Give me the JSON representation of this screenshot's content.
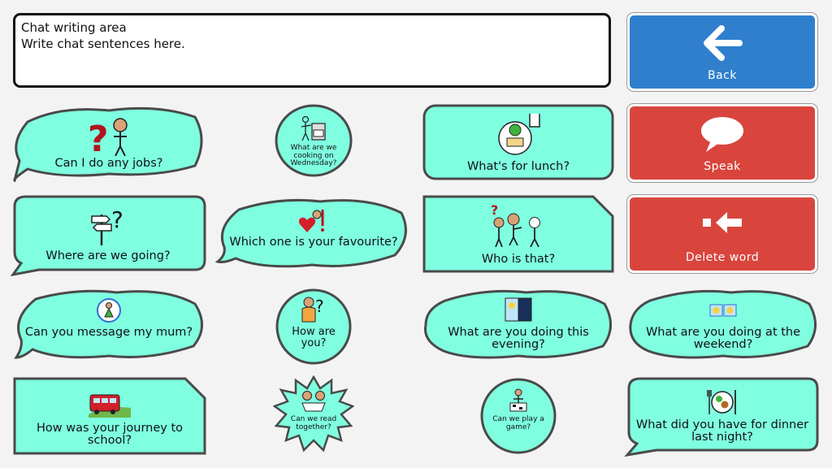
{
  "chat": {
    "title": "Chat writing area",
    "placeholder": "Write chat sentences here."
  },
  "actions": {
    "back": "Back",
    "speak": "Speak",
    "delete": "Delete word"
  },
  "colors": {
    "tile_fill": "#7fffe0",
    "tile_border": "#4a4a4a",
    "back_blue": "#2f7fcd",
    "action_red": "#d9453d"
  },
  "phrases": {
    "jobs": "Can I do any jobs?",
    "cooking": "What are we cooking on Wednesday?",
    "lunch": "What's for lunch?",
    "going": "Where are we going?",
    "favourite": "Which one is your favourite?",
    "who": "Who is that?",
    "message_mum": "Can you message my mum?",
    "how_are_you": "How are you?",
    "evening": "What are you doing this evening?",
    "weekend": "What are you doing at the weekend?",
    "journey": "How was your journey to school?",
    "read": "Can we read together?",
    "game": "Can we play a game?",
    "dinner": "What did you have for dinner last night?"
  },
  "icons": {
    "jobs": "question-person-icon",
    "cooking": "cooking-icon",
    "lunch": "lunch-icon",
    "going": "signpost-question-icon",
    "favourite": "heart-thumbs-icon",
    "who": "people-question-icon",
    "message_mum": "mum-icon",
    "how_are_you": "person-question-icon",
    "evening": "evening-icon",
    "weekend": "weekend-icon",
    "journey": "bus-icon",
    "read": "read-together-icon",
    "game": "game-icon",
    "dinner": "dinner-icon"
  }
}
